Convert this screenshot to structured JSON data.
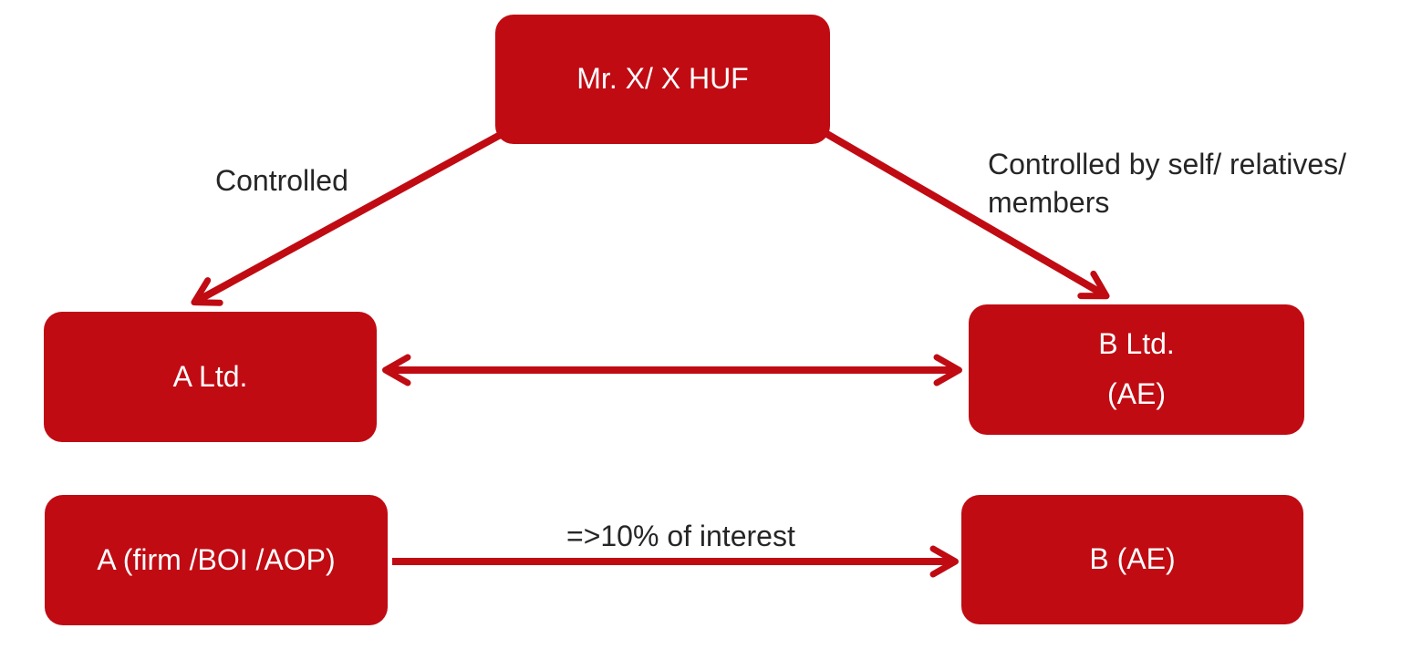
{
  "diagram": {
    "title": "Associated enterprise relationship diagram",
    "colors": {
      "box_fill": "#c00b13",
      "arrow": "#c00b13",
      "box_text": "#ffffff",
      "label_text": "#262626",
      "background": "#ffffff"
    },
    "nodes": [
      {
        "id": "mr-x",
        "label": "Mr. X/ X HUF"
      },
      {
        "id": "a-ltd",
        "label": "A Ltd."
      },
      {
        "id": "b-ltd",
        "label": "B Ltd.",
        "sublabel": "(AE)"
      },
      {
        "id": "a-firm",
        "label": "A (firm /BOI /AOP)"
      },
      {
        "id": "b-ae",
        "label": "B (AE)"
      }
    ],
    "edges": [
      {
        "from": "mr-x",
        "to": "a-ltd",
        "direction": "one-way",
        "label": "Controlled"
      },
      {
        "from": "mr-x",
        "to": "b-ltd",
        "direction": "one-way",
        "label": "Controlled by self/ relatives/\nmembers"
      },
      {
        "from": "a-ltd",
        "to": "b-ltd",
        "direction": "two-way",
        "label": ""
      },
      {
        "from": "a-firm",
        "to": "b-ae",
        "direction": "one-way",
        "label": "=>10% of interest"
      }
    ]
  }
}
